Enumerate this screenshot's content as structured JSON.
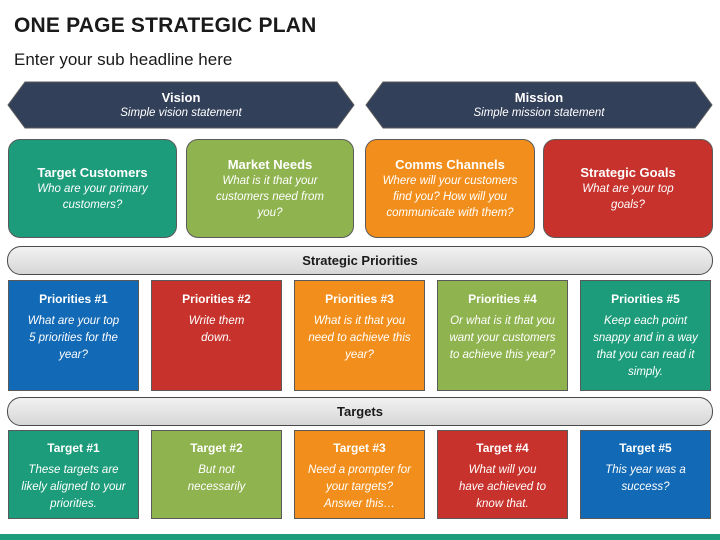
{
  "title": "ONE PAGE STRATEGIC PLAN",
  "subtitle": "Enter your sub headline here",
  "colors": {
    "navy": "#33405a",
    "teal": "#1c9c7a",
    "green": "#8fb34f",
    "orange": "#f28f1c",
    "red": "#c8322c",
    "blue": "#1269b5"
  },
  "vision": {
    "label": "Vision",
    "text": "Simple vision statement"
  },
  "mission": {
    "label": "Mission",
    "text": "Simple mission statement"
  },
  "top_boxes": [
    {
      "label": "Target Customers",
      "text": "Who are your primary customers?",
      "color": "#1c9c7a"
    },
    {
      "label": "Market Needs",
      "text": "What is it that your customers need from you?",
      "color": "#8fb34f"
    },
    {
      "label": "Comms Channels",
      "text": "Where will your customers find you? How will you communicate with them?",
      "color": "#f28f1c"
    },
    {
      "label": "Strategic Goals",
      "text": "What are your top goals?",
      "color": "#c8322c"
    }
  ],
  "strategic_priorities": {
    "label": "Strategic Priorities",
    "items": [
      {
        "label": "Priorities #1",
        "text": "What are your top 5 priorities for the year?",
        "color": "#1269b5"
      },
      {
        "label": "Priorities #2",
        "text": "Write them down.",
        "color": "#c8322c"
      },
      {
        "label": "Priorities #3",
        "text": "What is it that you need to achieve this year?",
        "color": "#f28f1c"
      },
      {
        "label": "Priorities #4",
        "text": "Or what is it that you want your customers to achieve this year?",
        "color": "#8fb34f"
      },
      {
        "label": "Priorities #5",
        "text": "Keep each point snappy and in a way that you can read it simply.",
        "color": "#1c9c7a"
      }
    ]
  },
  "targets": {
    "label": "Targets",
    "items": [
      {
        "label": "Target #1",
        "text": "These targets are likely aligned to your priorities.",
        "color": "#1c9c7a"
      },
      {
        "label": "Target #2",
        "text": "But not necessarily",
        "color": "#8fb34f"
      },
      {
        "label": "Target #3",
        "text": "Need a prompter for your targets? Answer this…",
        "color": "#f28f1c"
      },
      {
        "label": "Target #4",
        "text": "What will you have achieved to know that.",
        "color": "#c8322c"
      },
      {
        "label": "Target #5",
        "text": "This year was a success?",
        "color": "#1269b5"
      }
    ]
  }
}
